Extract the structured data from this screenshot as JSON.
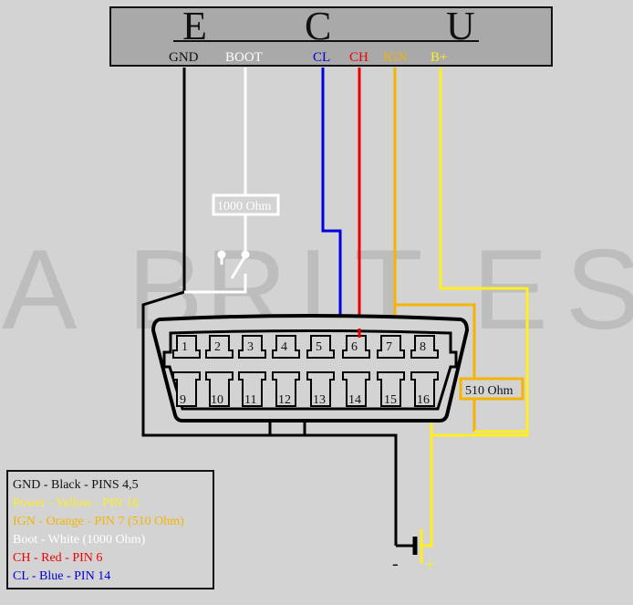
{
  "ecu": {
    "letters": [
      "E",
      "C",
      "U"
    ]
  },
  "signals": {
    "gnd": "GND",
    "boot": "BOOT",
    "cl": "CL",
    "ch": "CH",
    "ign": "IGN",
    "bplus": "B+"
  },
  "watermark": [
    "A",
    "B",
    "R",
    "I",
    "T",
    "E",
    "S"
  ],
  "resistors": {
    "boot": "1000 Ohm",
    "ign": "510 Ohm"
  },
  "pins": [
    "1",
    "2",
    "3",
    "4",
    "5",
    "6",
    "7",
    "8",
    "9",
    "10",
    "11",
    "12",
    "13",
    "14",
    "15",
    "16"
  ],
  "battery": {
    "minus": "-",
    "plus": "+"
  },
  "legend": {
    "gnd": "GND - Black - PINS 4,5",
    "power": "Power - Yellow - PIN 16",
    "ign": "IGN - Orange - PIN 7 (510 Ohm)",
    "boot": "Boot - White (1000 Ohm)",
    "ch": "CH - Red - PIN 6",
    "cl": "CL - Blue - PIN 14"
  },
  "colors": {
    "background": "#d3d3d3",
    "ecu_fill": "#a9a9a9",
    "gnd": "#000000",
    "boot": "#ffffff",
    "cl": "#0000dd",
    "ch": "#ee0000",
    "ign": "#f5b400",
    "bplus": "#ffee22"
  }
}
